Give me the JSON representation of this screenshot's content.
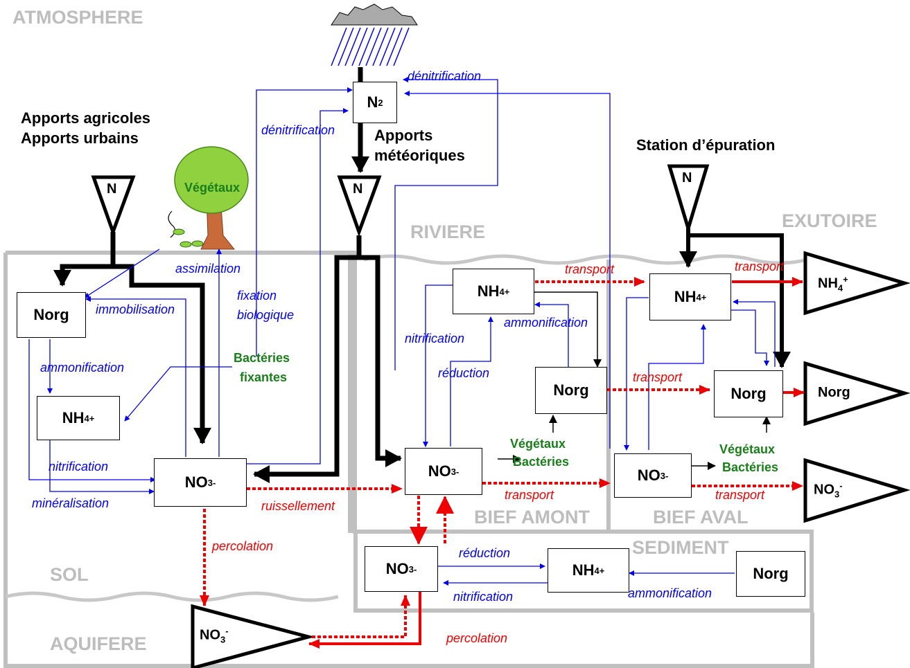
{
  "zones": {
    "atmosphere": "ATMOSPHERE",
    "riviere": "RIVIERE",
    "exutoire": "EXUTOIRE",
    "sol": "SOL",
    "aquifere": "AQUIFERE",
    "bief_amont": "BIEF AMONT",
    "bief_aval": "BIEF AVAL",
    "sediment": "SEDIMENT"
  },
  "sources": {
    "apports_agricoles": "Apports agricoles",
    "apports_urbains": "Apports urbains",
    "apports_meteoriques_1": "Apports",
    "apports_meteoriques_2": "météoriques",
    "station": "Station d’épuration",
    "n_label": "N"
  },
  "species": {
    "n2": "N",
    "n2_sub": "2",
    "norg": "Norg",
    "nh4": "NH",
    "nh4_sub": "4",
    "nh4_sup": "+",
    "no3": "NO",
    "no3_sub": "3",
    "no3_sup": "-"
  },
  "organisms": {
    "vegetaux": "Végétaux",
    "bacteries_fixantes_1": "Bactéries",
    "bacteries_fixantes_2": "fixantes",
    "vegetaux_bacteries_1": "Végétaux",
    "vegetaux_bacteries_2": "Bactéries"
  },
  "processes": {
    "denitrification": "dénitrification",
    "assimilation": "assimilation",
    "immobilisation": "immobilisation",
    "fixation": "fixation",
    "biologique": "biologique",
    "ammonification": "ammonification",
    "nitrification": "nitrification",
    "mineralisation": "minéralisation",
    "reduction": "réduction",
    "transport": "transport",
    "ruissellement": "ruissellement",
    "percolation": "percolation"
  },
  "colors": {
    "zone_border": "#c0c0c0",
    "zone_text": "#bdbdbd",
    "process_arrow": "#0000ee",
    "transfer_arrow": "#ee0000",
    "flux_arrow": "#000000",
    "organism_text": "#1a7f1a"
  }
}
